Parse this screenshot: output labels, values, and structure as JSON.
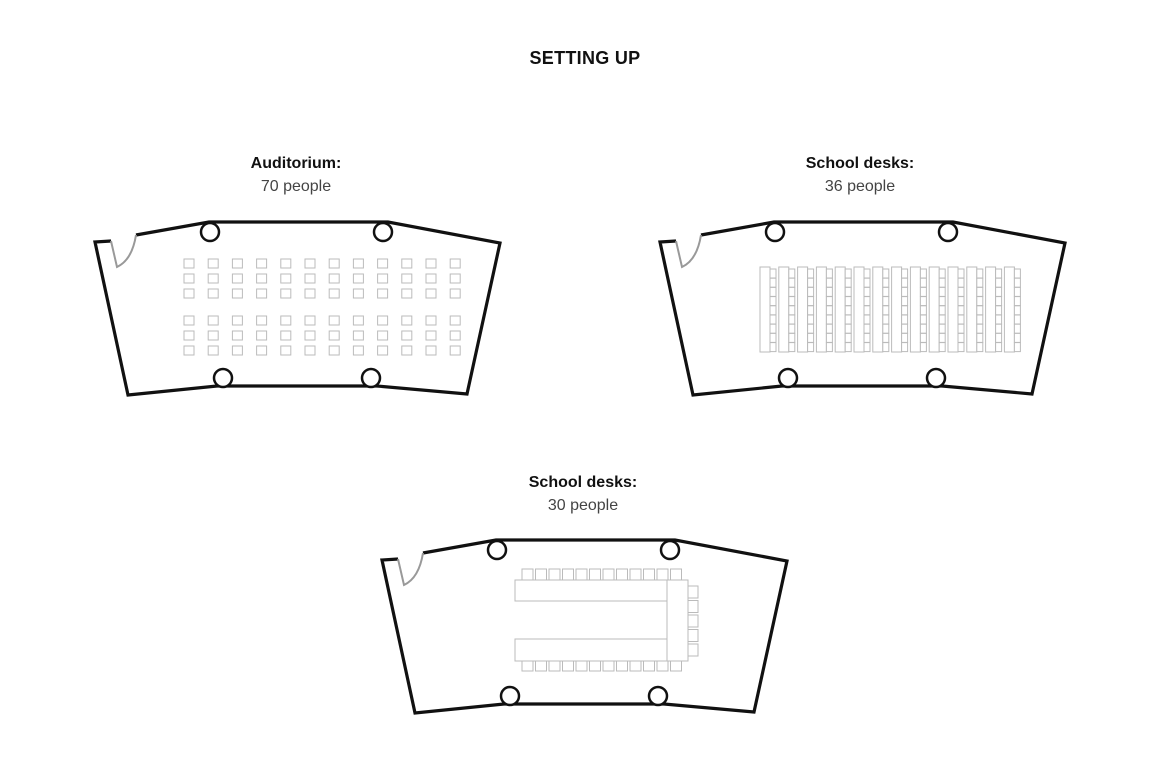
{
  "title": "SETTING UP",
  "layouts": [
    {
      "heading": "Auditorium:",
      "capacity": "70 people",
      "type": "auditorium"
    },
    {
      "heading": "School desks:",
      "capacity": "36 people",
      "type": "school-desks"
    },
    {
      "heading": "School desks:",
      "capacity": "30 people",
      "type": "u-shape"
    }
  ],
  "colors": {
    "wall": "#111111",
    "door": "#999999",
    "furniture": "#bbbbbb"
  }
}
